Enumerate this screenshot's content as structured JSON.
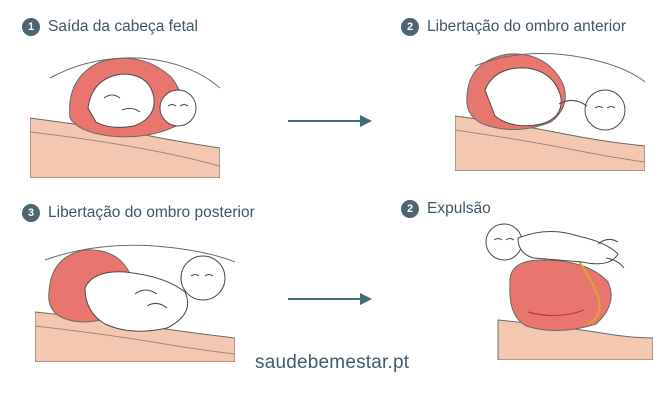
{
  "steps": [
    {
      "badge": "1",
      "label": "Saída da cabeça fetal"
    },
    {
      "badge": "2",
      "label": "Libertação do ombro anterior"
    },
    {
      "badge": "3",
      "label": "Libertação do ombro posterior"
    },
    {
      "badge": "2",
      "label": "Expulsão"
    }
  ],
  "footer": {
    "site": "saudebemestar.pt"
  },
  "colors": {
    "accent": "#4d6573",
    "arrow": "#3d6f77",
    "uterus": "#e8766e",
    "tissue": "#f4c7b0"
  }
}
